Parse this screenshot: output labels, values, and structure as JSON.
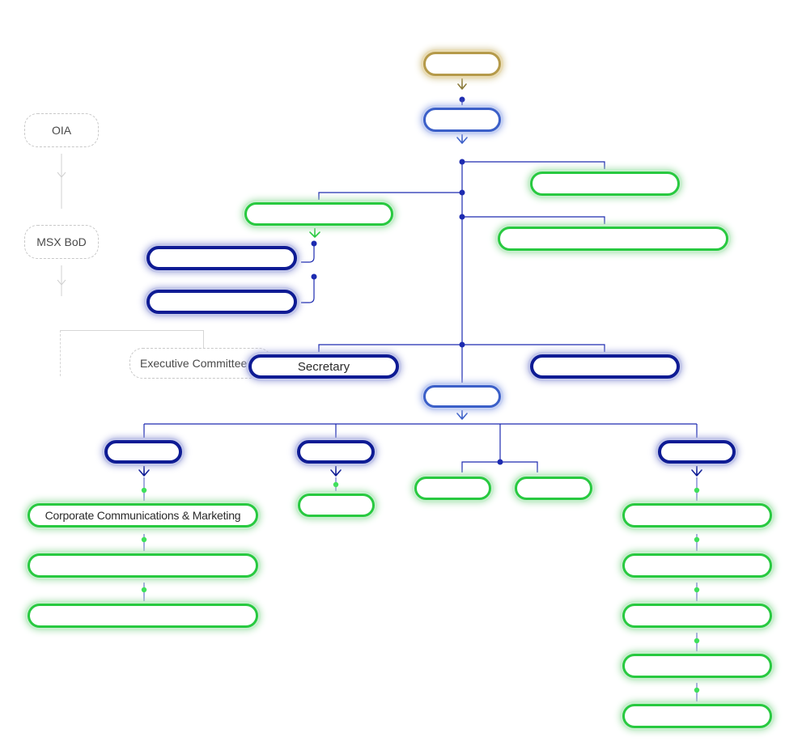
{
  "colors": {
    "gold": "#b59a4a",
    "royal_blue": "#3b5fc8",
    "navy": "#0e1b94",
    "green": "#28c940",
    "connector": "#1d2bb0",
    "green_dot": "#3ee05a"
  },
  "ghost_panel": {
    "oia_label": "OIA",
    "bod_label": "MSX BoD",
    "exec_label": "Executive Committee"
  },
  "nodes": {
    "top": "",
    "board": "",
    "right_green_1": "",
    "right_green_2": "",
    "left_green_committee": "",
    "left_navy_1": "",
    "left_navy_2": "",
    "secretary": "Secretary",
    "right_navy_mid": "",
    "ceo": "",
    "div1": "",
    "div2": "",
    "div3": "",
    "corp_comms": "Corporate Communications & Marketing",
    "div1_child_2": "",
    "div1_child_3": "",
    "div2_child": "",
    "mid_green_1": "",
    "mid_green_2": "",
    "div3_child_1": "",
    "div3_child_2": "",
    "div3_child_3": "",
    "div3_child_4": "",
    "div3_child_5": ""
  }
}
